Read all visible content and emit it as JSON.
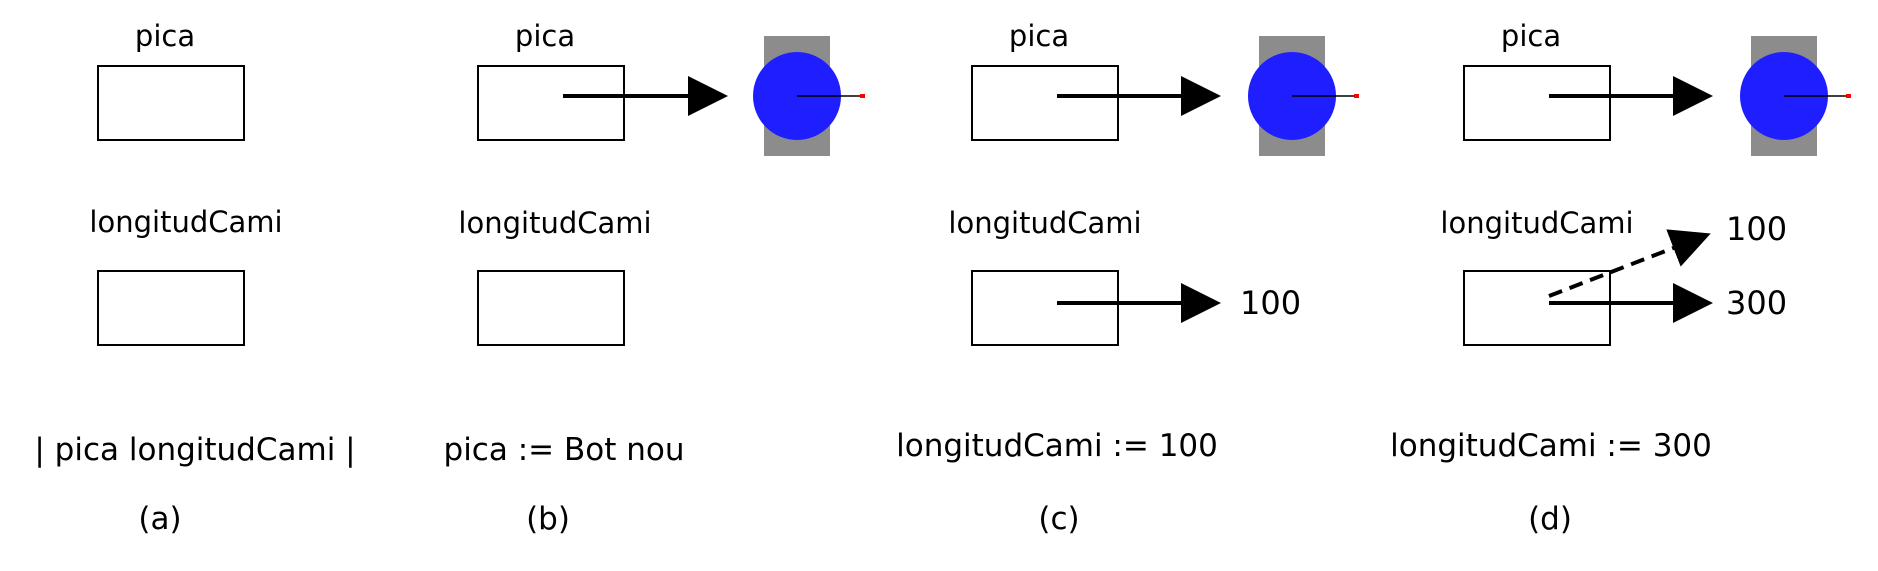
{
  "colors": {
    "robot_body": "#1e1eff",
    "robot_base": "#8c8c8c",
    "robot_pointer_tip": "#ff0000",
    "stroke": "#000000",
    "background": "#ffffff"
  },
  "icons": {
    "robot": "robot-icon"
  },
  "panels": [
    {
      "var1_label": "pica",
      "var2_label": "longitudCami",
      "code": "| pica longitudCami |",
      "caption": "(a)"
    },
    {
      "var1_label": "pica",
      "var2_label": "longitudCami",
      "code": "pica := Bot nou",
      "caption": "(b)"
    },
    {
      "var1_label": "pica",
      "var2_label": "longitudCami",
      "code": "longitudCami := 100",
      "caption": "(c)",
      "value": "100"
    },
    {
      "var1_label": "pica",
      "var2_label": "longitudCami",
      "code": "longitudCami := 300",
      "caption": "(d)",
      "old_value": "100",
      "value": "300"
    }
  ]
}
